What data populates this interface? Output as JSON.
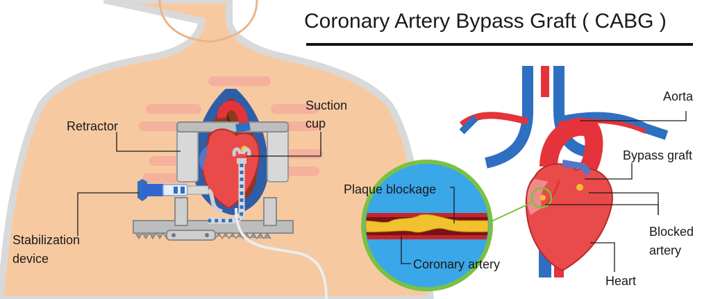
{
  "title": "Coronary Artery Bypass Graft ( CABG )",
  "labels": {
    "retractor": "Retractor",
    "suction_line1": "Suction",
    "suction_line2": "cup",
    "stab_line1": "Stabilization",
    "stab_line2": "device",
    "plaque": "Plaque blockage",
    "coronary": "Coronary artery",
    "aorta": "Aorta",
    "bypass": "Bypass graft",
    "blocked_line1": "Blocked",
    "blocked_line2": "artery",
    "heart": "Heart"
  },
  "colors": {
    "skin": "#f7c9a0",
    "skin_outline": "#d9d9d9",
    "heart": "#e94a4a",
    "vein": "#2f6fc1",
    "artery": "#e4333a",
    "magnifier_ring": "#7ac143",
    "magnifier_fill": "#3aa7e8",
    "plaque": "#f2c12e",
    "metal": "#c9c9c9"
  }
}
